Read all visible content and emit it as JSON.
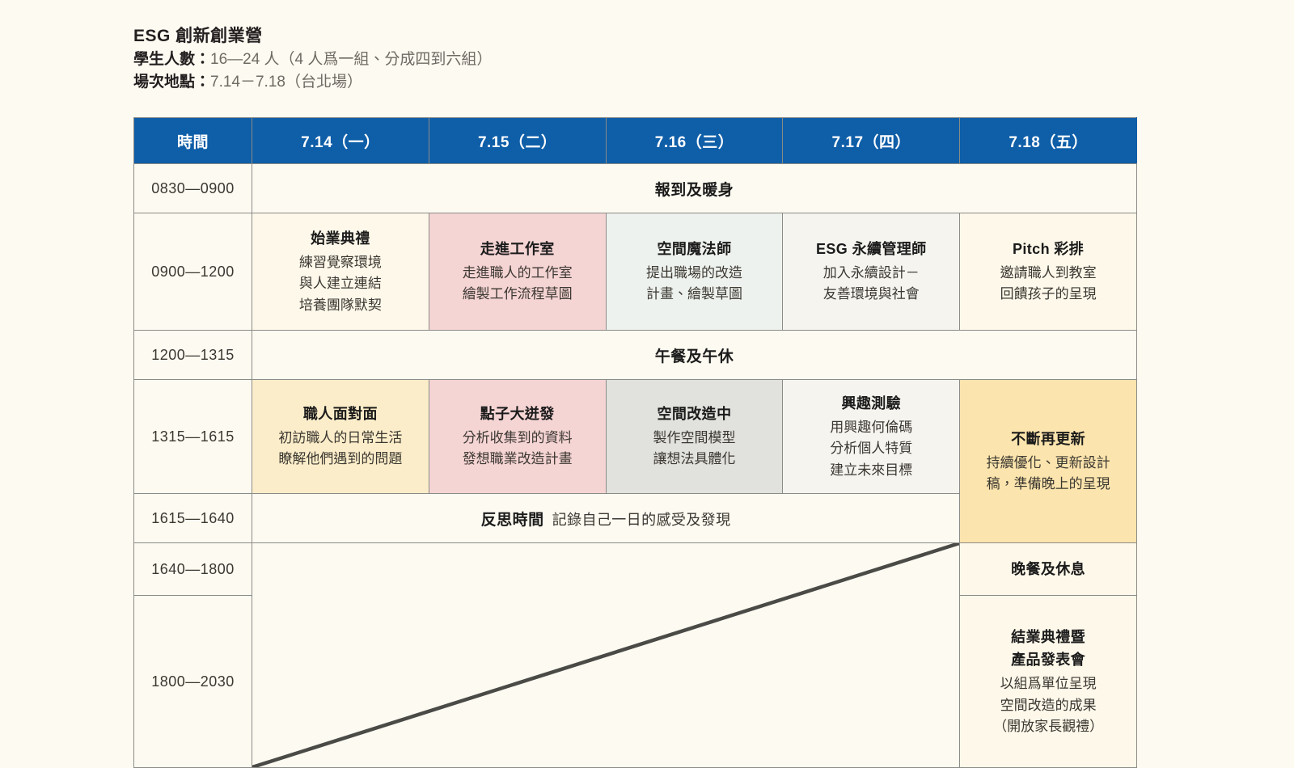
{
  "heading": {
    "title": "ESG 創新創業營",
    "students_label": "學生人數：",
    "students_value": "16—24 人（4 人爲一組、分成四到六組）",
    "session_label": "場次地點：",
    "session_value": "7.14－7.18（台北場）"
  },
  "colors": {
    "page_background": "#fdfaf1",
    "header_blue": "#0f5ea8",
    "pink": "#f5d4d4",
    "teal": "#eef2ee",
    "beige": "#fbedc9",
    "gray": "#e1e1dd",
    "amber": "#fbe4ad",
    "cream": "#fdf8ea",
    "border": "#8b8b86"
  },
  "table": {
    "columns": [
      {
        "key": "time",
        "label": "時間"
      },
      {
        "key": "d714",
        "label": "7.14（一）"
      },
      {
        "key": "d715",
        "label": "7.15（二）"
      },
      {
        "key": "d716",
        "label": "7.16（三）"
      },
      {
        "key": "d717",
        "label": "7.17（四）"
      },
      {
        "key": "d718",
        "label": "7.18（五）"
      }
    ],
    "rows": {
      "checkin": {
        "time": "0830—0900",
        "banner": "報到及暖身"
      },
      "morning": {
        "time": "0900—1200",
        "cells": [
          {
            "title": "始業典禮",
            "lines": [
              "練習覺察環境",
              "與人建立連結",
              "培養團隊默契"
            ],
            "fill": "cream"
          },
          {
            "title": "走進工作室",
            "lines": [
              "走進職人的工作室",
              "繪製工作流程草圖"
            ],
            "fill": "pink"
          },
          {
            "title": "空間魔法師",
            "lines": [
              "提出職場的改造",
              "計畫、繪製草圖"
            ],
            "fill": "teal"
          },
          {
            "title": "ESG 永續管理師",
            "lines": [
              "加入永續設計－",
              "友善環境與社會"
            ],
            "fill": "white"
          },
          {
            "title": "Pitch 彩排",
            "lines": [
              "邀請職人到教室",
              "回饋孩子的呈現"
            ],
            "fill": "cream"
          }
        ]
      },
      "lunch": {
        "time": "1200—1315",
        "banner": "午餐及午休"
      },
      "afternoon": {
        "time": "1315—1615",
        "cells": [
          {
            "title": "職人面對面",
            "lines": [
              "初訪職人的日常生活",
              "瞭解他們遇到的問題"
            ],
            "fill": "beige"
          },
          {
            "title": "點子大迸發",
            "lines": [
              "分析收集到的資料",
              "發想職業改造計畫"
            ],
            "fill": "pink"
          },
          {
            "title": "空間改造中",
            "lines": [
              "製作空間模型",
              "讓想法具體化"
            ],
            "fill": "gray"
          },
          {
            "title": "興趣測驗",
            "lines": [
              "用興趣何倫碼",
              "分析個人特質",
              "建立未來目標"
            ],
            "fill": "white"
          },
          {
            "title": "不斷再更新",
            "lines": [
              "持續優化、更新設計",
              "稿，準備晚上的呈現"
            ],
            "fill": "amber"
          }
        ]
      },
      "reflection": {
        "time": "1615—1640",
        "banner": "反思時間",
        "banner_sub": "記錄自己一日的感受及發現"
      },
      "dinner": {
        "time": "1640—1800",
        "friday_title": "晚餐及休息"
      },
      "evening": {
        "time": "1800—2030",
        "friday_title_line1": "結業典禮暨",
        "friday_title_line2": "產品發表會",
        "friday_lines": [
          "以組爲單位呈現",
          "空間改造的成果",
          "（開放家長觀禮）"
        ]
      }
    }
  }
}
